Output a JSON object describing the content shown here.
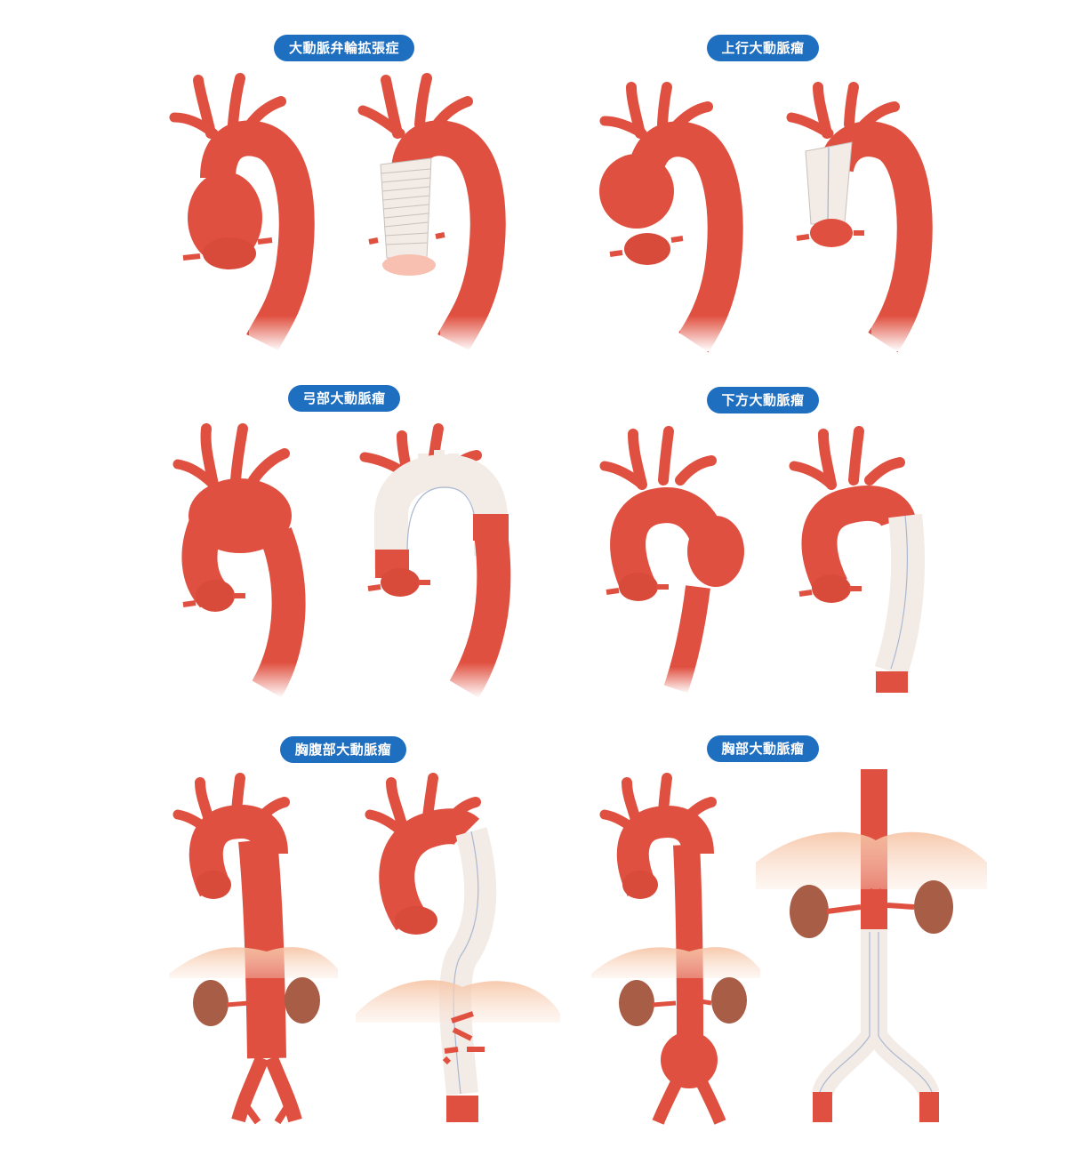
{
  "colors": {
    "pill": "#1f6fc0",
    "aorta": "#e05040",
    "aorta_dark": "#b8362b",
    "graft": "#f3ebe6",
    "graft_line": "#b8b0ac",
    "kidney": "#a85d46",
    "tissue": "#f6c3a3"
  },
  "panels": [
    {
      "id": "aortic-root",
      "label": "大動脈弁輪拡張症"
    },
    {
      "id": "ascending",
      "label": "上行大動脈瘤"
    },
    {
      "id": "arch",
      "label": "弓部大動脈瘤"
    },
    {
      "id": "descending",
      "label": "下方大動脈瘤"
    },
    {
      "id": "thoracoabdominal",
      "label": "胸腹部大動脈瘤"
    },
    {
      "id": "thoracic",
      "label": "胸部大動脈瘤"
    }
  ]
}
